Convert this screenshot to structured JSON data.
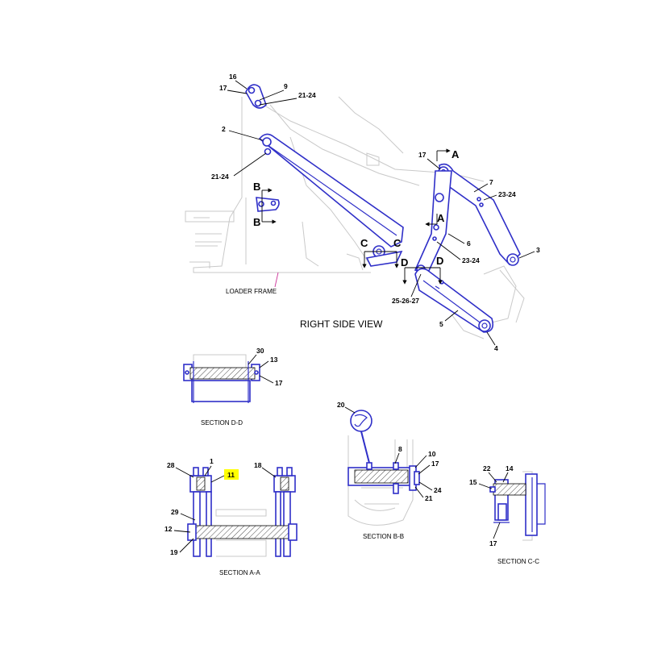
{
  "colors": {
    "part": "#2f2fc8",
    "ghost": "#c9c9c9",
    "highlight": "#ffff00",
    "leader_frame_line": "#cc3399"
  },
  "view_title": "RIGHT SIDE VIEW",
  "loader_frame_label": "LOADER FRAME",
  "sections": {
    "dd": "SECTION D-D",
    "aa": "SECTION A-A",
    "bb": "SECTION B-B",
    "cc": "SECTION C-C"
  },
  "section_marks": {
    "a": "A",
    "b": "B",
    "c": "C",
    "d": "D"
  },
  "callouts": {
    "c16": "16",
    "c17a": "17",
    "c9": "9",
    "c2124a": "21-24",
    "c2": "2",
    "c2124b": "21-24",
    "c17b": "17",
    "c7": "7",
    "c2324a": "23-24",
    "c6": "6",
    "c3": "3",
    "c2324b": "23-24",
    "c252627": "25-26-27",
    "c5": "5",
    "c4": "4",
    "dd30": "30",
    "dd13": "13",
    "dd17": "17",
    "aa28": "28",
    "aa1": "1",
    "aa11": "11",
    "aa18": "18",
    "aa29": "29",
    "aa12": "12",
    "aa19": "19",
    "bb20": "20",
    "bb8": "8",
    "bb10": "10",
    "bb17": "17",
    "bb24": "24",
    "bb21": "21",
    "cc22": "22",
    "cc14": "14",
    "cc15": "15",
    "cc17": "17"
  }
}
